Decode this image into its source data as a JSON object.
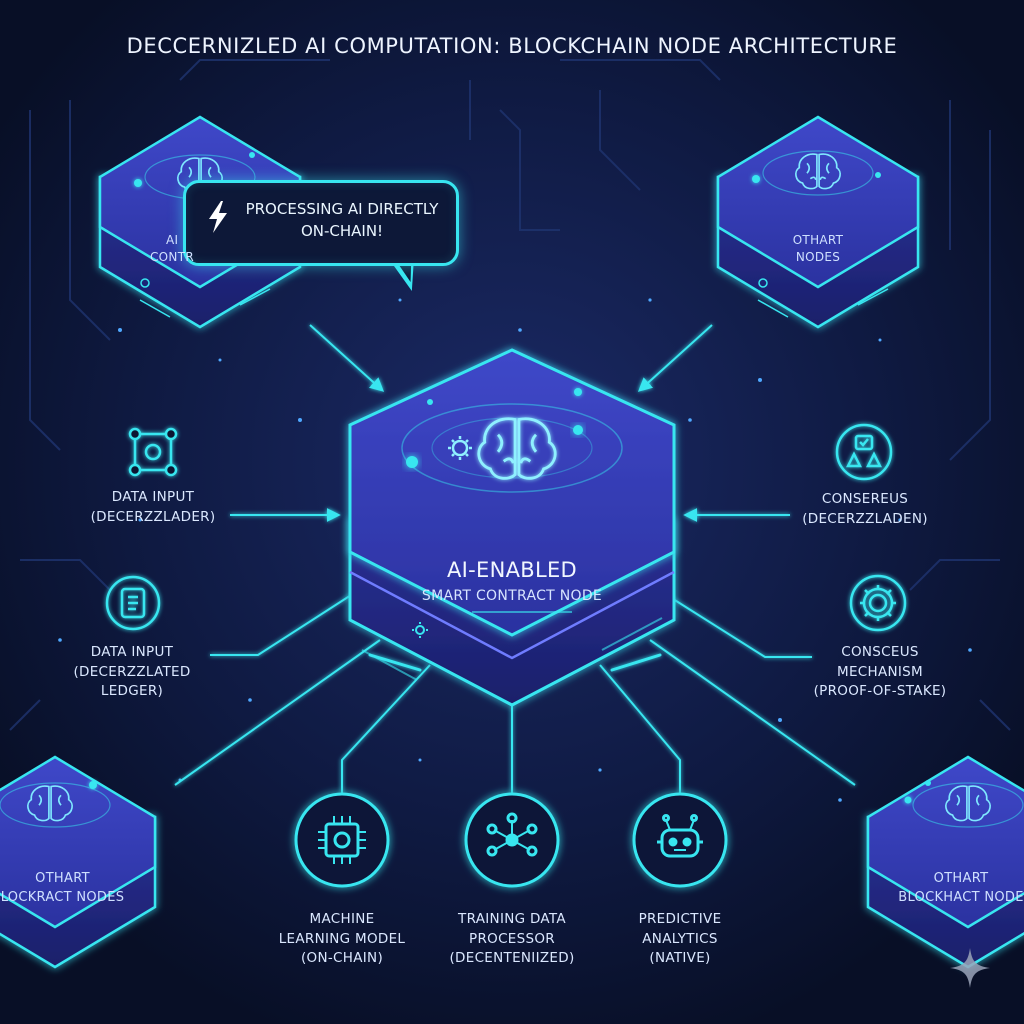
{
  "title": "DECCERNIZLED AI COMPUTATION: BLOCKCHAIN NODE ARCHITECTURE",
  "bubble": {
    "line1": "PROCESSING AI DIRECTLY",
    "line2": "ON-CHAIN!",
    "icon": "lightning-icon"
  },
  "center_node": {
    "title": "AI-ENABLED",
    "subtitle": "SMART CONTRACT NODE",
    "icon": "brain-icon"
  },
  "nodes": {
    "top_left": {
      "line1": "AI",
      "line2": "CONTR"
    },
    "top_right": {
      "line1": "OTHART",
      "line2": "NODES"
    },
    "bottom_left": {
      "line1": "OTHART",
      "line2": "LOCKRACT NODES"
    },
    "bottom_right": {
      "line1": "OTHART",
      "line2": "BLOCKHACT NODE"
    }
  },
  "left_items": [
    {
      "line1": "DATA INPUT",
      "line2": "(DECERZZLADER)",
      "line3": "",
      "icon": "network-square-icon"
    },
    {
      "line1": "DATA INPUT",
      "line2": "(DECERZZLATED",
      "line3": "LEDGER)",
      "icon": "ledger-icon"
    }
  ],
  "right_items": [
    {
      "line1": "CONSEREUS",
      "line2": "(DECERZZLADEN)",
      "line3": "",
      "icon": "consensus-icon"
    },
    {
      "line1": "CONSCEUS",
      "line2": "MECHANISM",
      "line3": "(PROOF-OF-STAKE)",
      "icon": "gear-icon"
    }
  ],
  "bottom_items": [
    {
      "line1": "MACHINE",
      "line2": "LEARNING MODEL",
      "line3": "(ON-CHAIN)",
      "icon": "chip-icon"
    },
    {
      "line1": "TRAINING DATA",
      "line2": "PROCESSOR",
      "line3": "(DECENTENIIZED)",
      "icon": "network-icon"
    },
    {
      "line1": "PREDICTIVE",
      "line2": "ANALYTICS",
      "line3": "(NATIVE)",
      "icon": "robot-icon"
    }
  ],
  "colors": {
    "background": "#0b1430",
    "accent": "#38e6f0",
    "node_fill": "#3a3fb8",
    "node_dark": "#1d237a"
  }
}
